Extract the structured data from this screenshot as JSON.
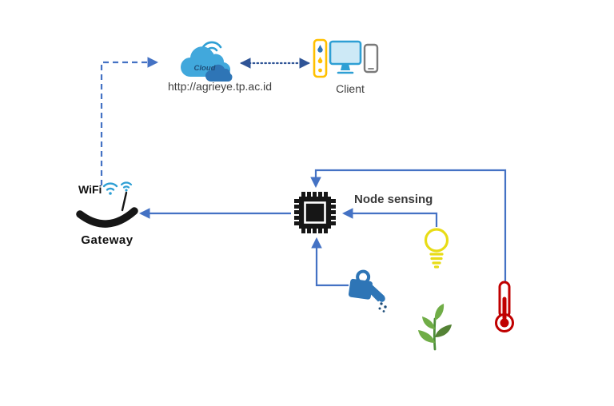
{
  "cloud": {
    "label": "Cloud",
    "url": "http://agrieye.tp.ac.id"
  },
  "client": {
    "label": "Client"
  },
  "gateway": {
    "wifi_label": "WiFi",
    "label": "Gateway"
  },
  "node": {
    "sensing_label": "Node sensing"
  },
  "icons": [
    "cloud-icon",
    "wifi-signal-icon",
    "sensor-device-icon",
    "monitor-icon",
    "smartphone-icon",
    "antenna-icon",
    "router-icon",
    "microchip-icon",
    "lightbulb-icon",
    "watering-can-icon",
    "thermometer-icon",
    "plant-icon"
  ],
  "colors": {
    "arrow-blue": "#4472C4",
    "dotted-blue": "#2F5496",
    "cloud-light": "#41A8DC",
    "cloud-dark": "#2E75B6",
    "signal-blue": "#2E9FD4",
    "device-yellow": "#FFC000",
    "screen-blue": "#CDE9F6",
    "phone-gray": "#7a7a7a",
    "bulb-yellow": "#E8DC16",
    "can-blue": "#2E75B6",
    "droplet-navy": "#1F4E79",
    "thermo-red": "#C00000",
    "plant-green": "#70AD47",
    "plant-dark": "#548235",
    "ink-black": "#161616",
    "text-dark": "#3f3f3f"
  }
}
